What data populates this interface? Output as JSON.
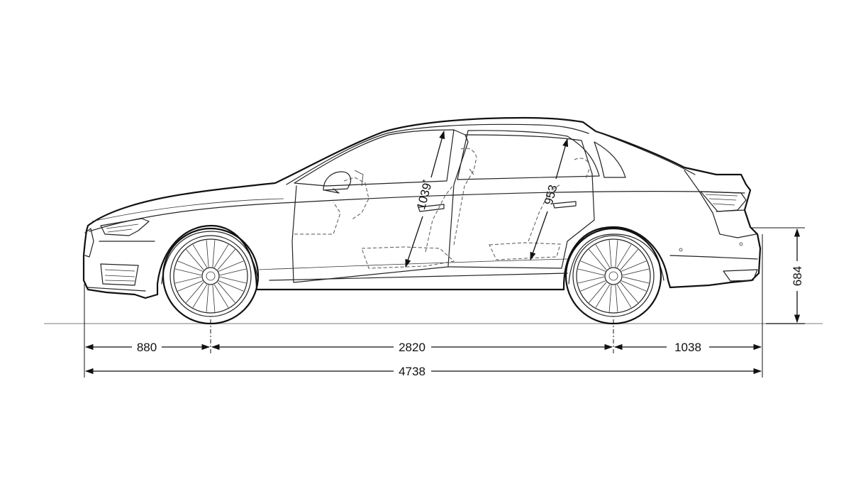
{
  "dimensions": {
    "front_overhang": "880",
    "wheelbase": "2820",
    "rear_overhang": "1038",
    "overall_length": "4738",
    "trunk_lip_height": "684",
    "front_headroom": "1039",
    "front_headroom_mark": "*",
    "rear_headroom": "953"
  },
  "colors": {
    "line": "#111111",
    "ground": "#bdbdbd",
    "background": "#ffffff"
  },
  "icons": [
    "front-wheel-icon",
    "rear-wheel-icon"
  ]
}
